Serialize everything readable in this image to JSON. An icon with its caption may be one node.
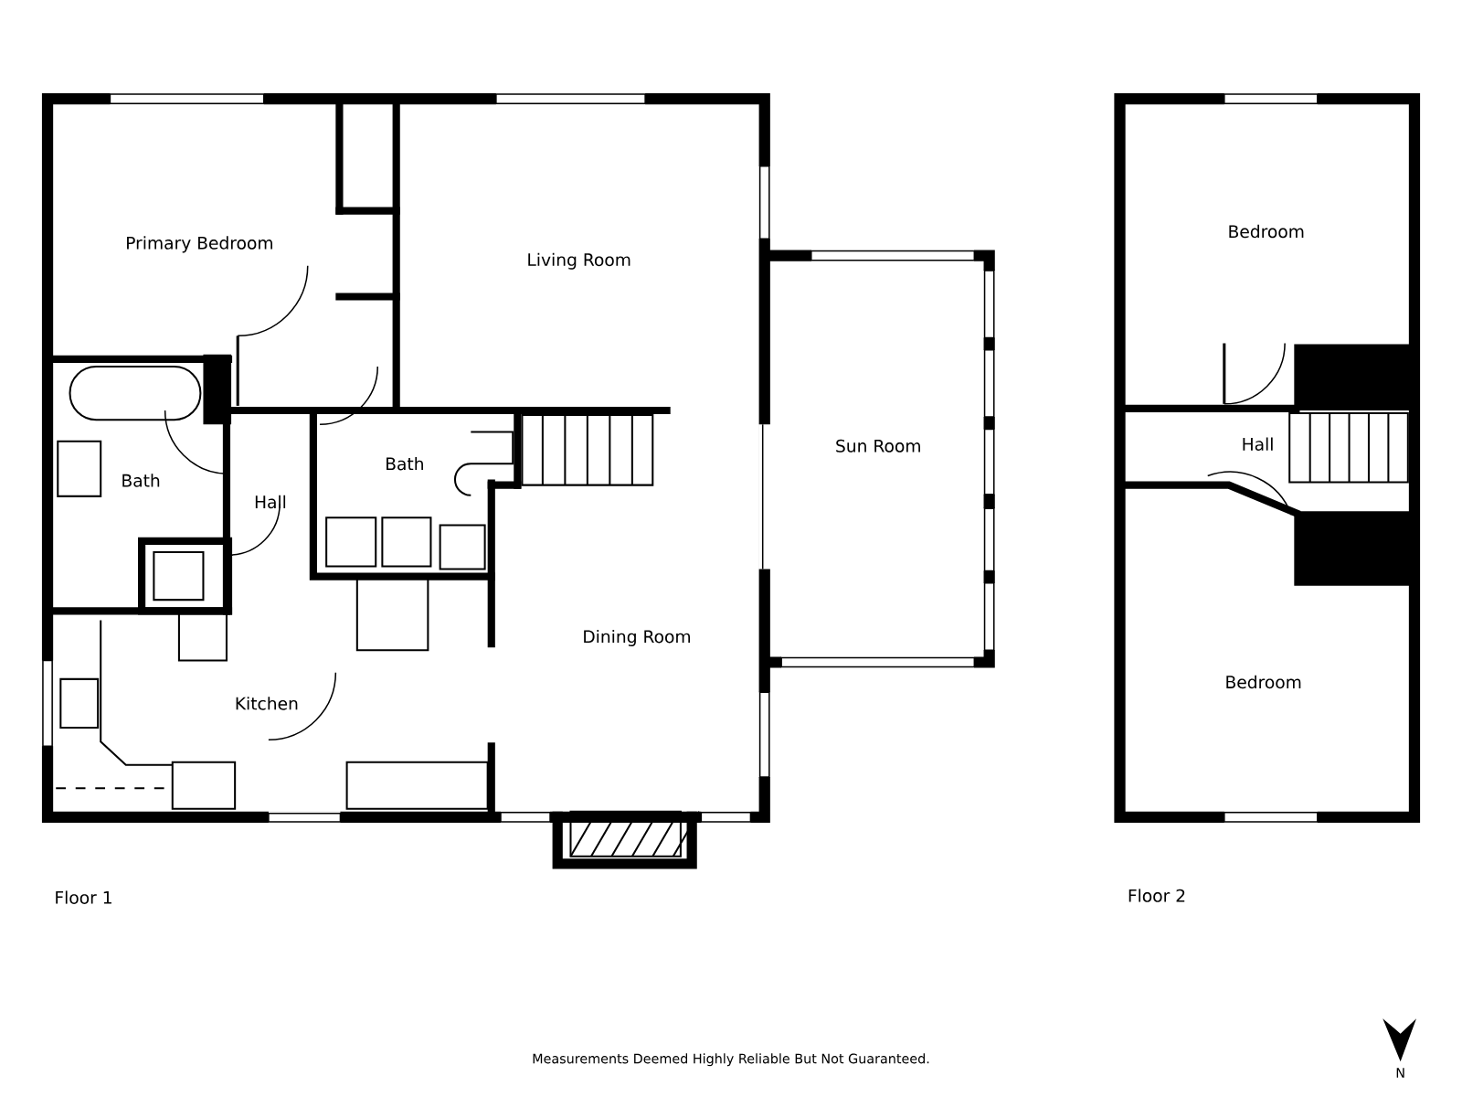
{
  "diagram": {
    "labels": [
      "Primary Bedroom",
      "Living Room",
      "Sun Room",
      "Bath",
      "Hall",
      "Bath",
      "Dining Room",
      "Kitchen",
      "Bedroom",
      "Hall",
      "Bedroom",
      "Floor 1",
      "Floor 2",
      "Measurements Deemed Highly Reliable But Not Guaranteed.",
      "N"
    ]
  }
}
